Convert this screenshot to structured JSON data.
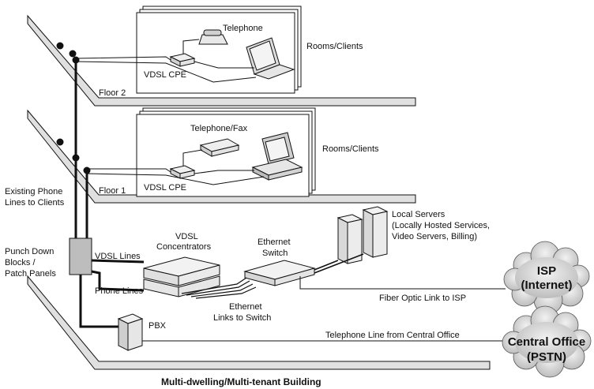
{
  "labels": {
    "telephone": "Telephone",
    "rooms_clients_top": "Rooms/Clients",
    "vdsl_cpe_2": "VDSL CPE",
    "floor2": "Floor 2",
    "telephone_fax": "Telephone/Fax",
    "rooms_clients_mid": "Rooms/Clients",
    "vdsl_cpe_1": "VDSL CPE",
    "floor1": "Floor 1",
    "existing_phone_1": "Existing Phone",
    "existing_phone_2": "Lines to Clients",
    "punch_1": "Punch Down",
    "punch_2": "Blocks /",
    "punch_3": "Patch Panels",
    "vdsl_lines": "VDSL Lines",
    "phone_lines": "Phone Lines",
    "vdsl_conc_1": "VDSL",
    "vdsl_conc_2": "Concentrators",
    "eth_switch_1": "Ethernet",
    "eth_switch_2": "Switch",
    "eth_links_1": "Ethernet",
    "eth_links_2": "Links to Switch",
    "local_servers_1": "Local Servers",
    "local_servers_2": "(Locally Hosted Services,",
    "local_servers_3": "Video Servers, Billing)",
    "pbx": "PBX",
    "fiber_link": "Fiber Optic Link to ISP",
    "tel_line_co": "Telephone Line from Central Office",
    "isp_1": "ISP",
    "isp_2": "(Internet)",
    "co_1": "Central Office",
    "co_2": "(PSTN)",
    "caption": "Multi-dwelling/Multi-tenant Building"
  },
  "colors": {
    "floor_fill": "#e0e0e0",
    "device_fill": "#e6e6e6",
    "cloud_fill": "#d9d9d9",
    "line": "#111111"
  }
}
